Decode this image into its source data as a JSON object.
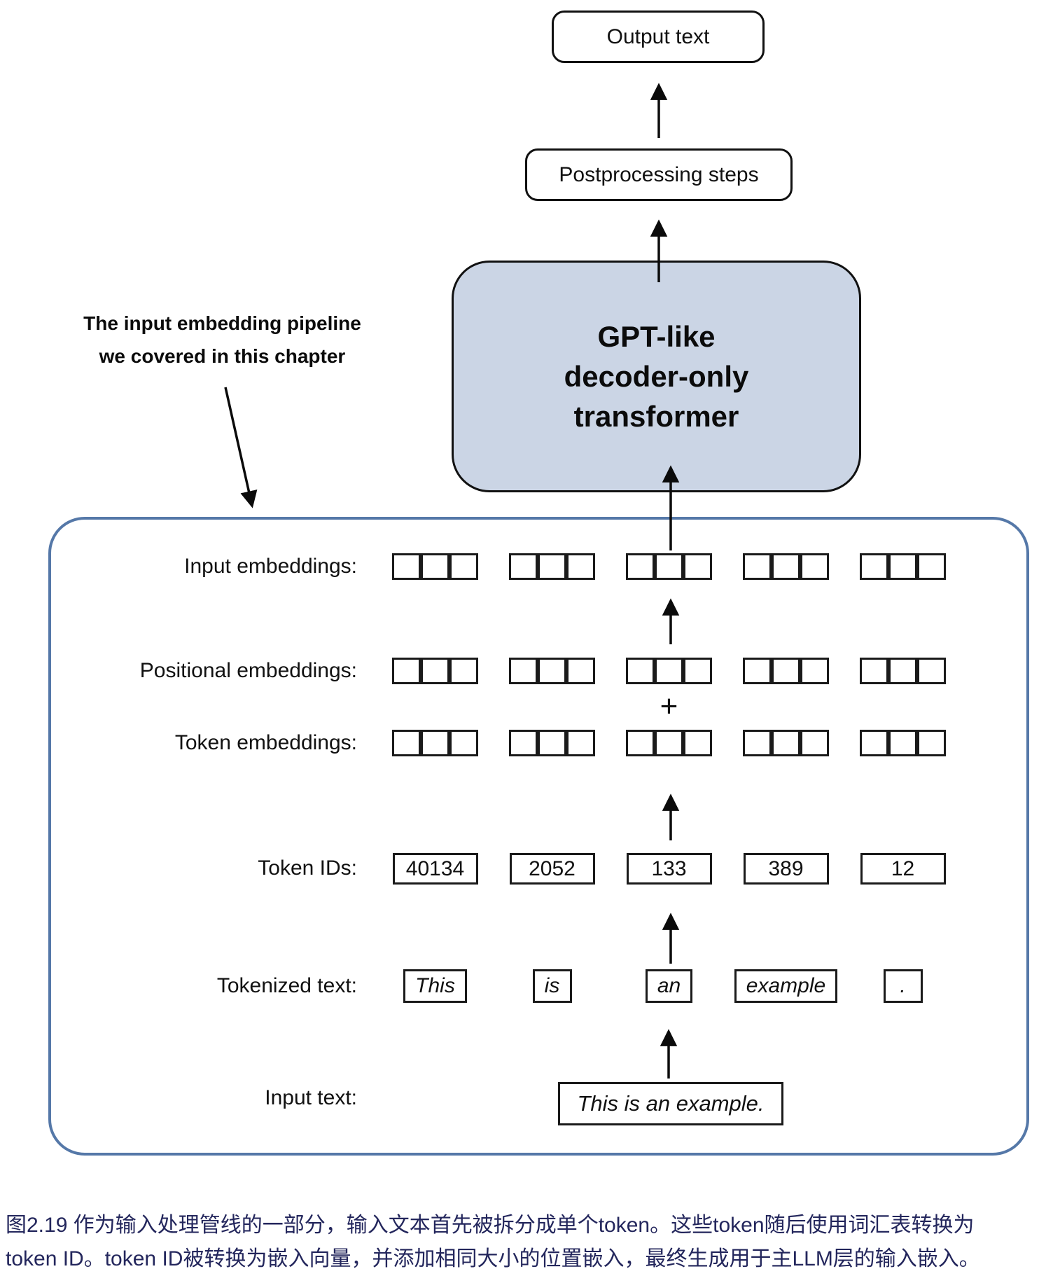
{
  "flow": {
    "output_box": "Output text",
    "postprocessing_box": "Postprocessing steps",
    "transformer_box": {
      "lines": [
        "GPT-like",
        "decoder-only",
        "transformer"
      ]
    }
  },
  "annotation": {
    "lines": [
      "The input embedding pipeline",
      "we covered in this chapter"
    ]
  },
  "pipeline": {
    "labels": {
      "input_embeddings": "Input embeddings:",
      "positional_embeddings": "Positional embeddings:",
      "token_embeddings": "Token embeddings:",
      "token_ids": "Token IDs:",
      "tokenized_text": "Tokenized text:",
      "input_text": "Input text:"
    },
    "plus_sign": "+",
    "embedding_groups": 5,
    "cells_per_group": 3,
    "token_ids": [
      "40134",
      "2052",
      "133",
      "389",
      "12"
    ],
    "tokens": [
      "This",
      "is",
      "an",
      "example",
      "."
    ],
    "input_text_value": "This is an example."
  },
  "caption": {
    "lines": [
      "图2.19 作为输入处理管线的一部分，输入文本首先被拆分成单个token。这些token随后使用词汇表转换为",
      "token ID。token ID被转换为嵌入向量，并添加相同大小的位置嵌入，最终生成用于主LLM层的输入嵌入。"
    ]
  },
  "colors": {
    "transformer_fill": "#cbd5e5",
    "container_border": "#5578a8",
    "caption_text": "#23265c",
    "ink": "#111111"
  }
}
